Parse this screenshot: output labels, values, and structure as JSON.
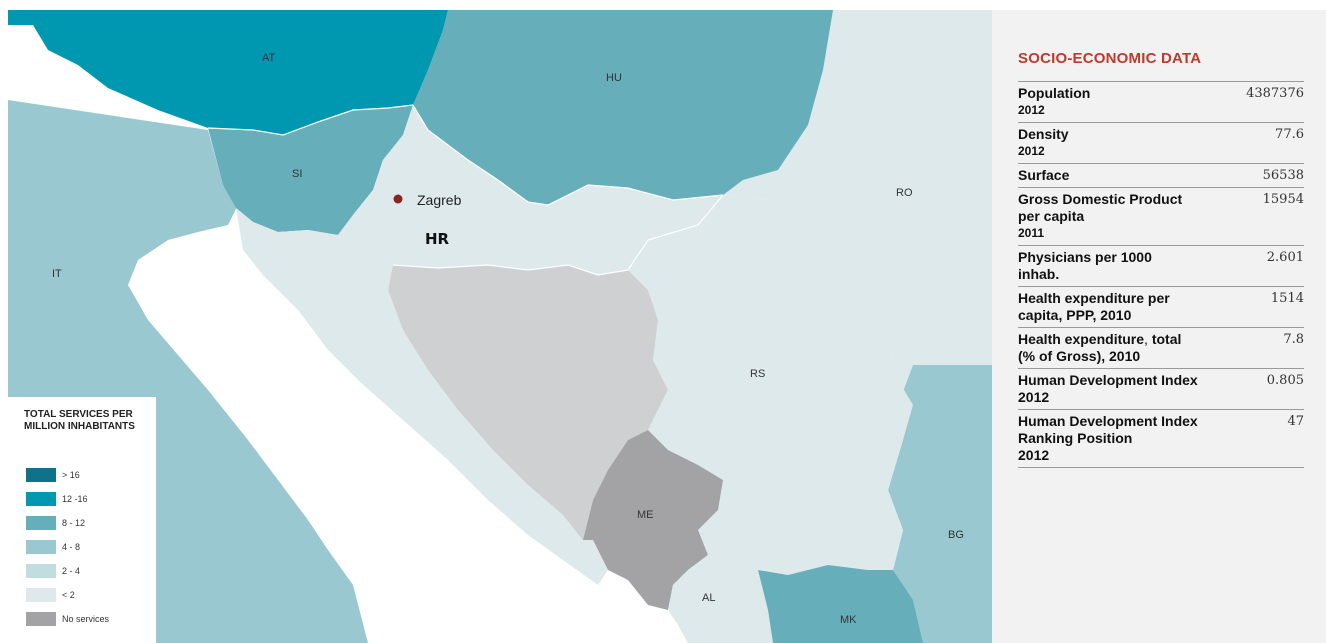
{
  "map": {
    "countries": {
      "AT": "AT",
      "HU": "HU",
      "SI": "SI",
      "RO": "RO",
      "IT": "IT",
      "RS": "RS",
      "ME": "ME",
      "BG": "BG",
      "AL": "AL",
      "MK": "MK",
      "HR": "HR"
    },
    "city": "Zagreb",
    "colors": {
      "gt16": "#0e7389",
      "c12_16": "#0098b0",
      "c8_12": "#66aeb9",
      "c4_8": "#99c8d0",
      "c2_4": "#c2dde0",
      "lt2": "#dde9eb",
      "none": "#a3a3a6",
      "bosnia": "#cfd0d1",
      "sea": "#ffffff",
      "capital": "#8b2323"
    }
  },
  "legend": {
    "title": "TOTAL SERVICES PER MILLION INHABITANTS",
    "items": [
      {
        "label": "> 16",
        "color": "#0e7389"
      },
      {
        "label": "12 -16",
        "color": "#0098b0"
      },
      {
        "label": "8 - 12",
        "color": "#66aeb9"
      },
      {
        "label": "4 - 8",
        "color": "#99c8d0"
      },
      {
        "label": "2 - 4",
        "color": "#c2dde0"
      },
      {
        "label": "< 2",
        "color": "#dde9eb"
      },
      {
        "label": "No services",
        "color": "#a3a3a6"
      }
    ]
  },
  "panel": {
    "title": "SOCIO-ECONOMIC DATA",
    "rows": [
      {
        "label": "Population",
        "year": "2012",
        "value": "4387376"
      },
      {
        "label": "Density",
        "year": "2012",
        "value": "77.6"
      },
      {
        "label": "Surface",
        "year": "",
        "value": "56538"
      },
      {
        "label": "Gross Domestic Product per capita",
        "year": "2011",
        "value": "15954"
      },
      {
        "label": "Physicians per 1000 inhab.",
        "year": "",
        "value": "2.601"
      },
      {
        "label": "Health expenditure per capita, PPP, 2010",
        "year": "",
        "value": "1514"
      },
      {
        "label": "Health expenditure",
        "label_tail": ", ",
        "label_rest": "total (% of Gross), 2010",
        "year": "",
        "value": "7.8"
      },
      {
        "label": "Human Development Index 2012",
        "year": "",
        "value": "0.805"
      },
      {
        "label": "Human Development Index Ranking Position",
        "year": "2012",
        "value": "47"
      }
    ]
  }
}
